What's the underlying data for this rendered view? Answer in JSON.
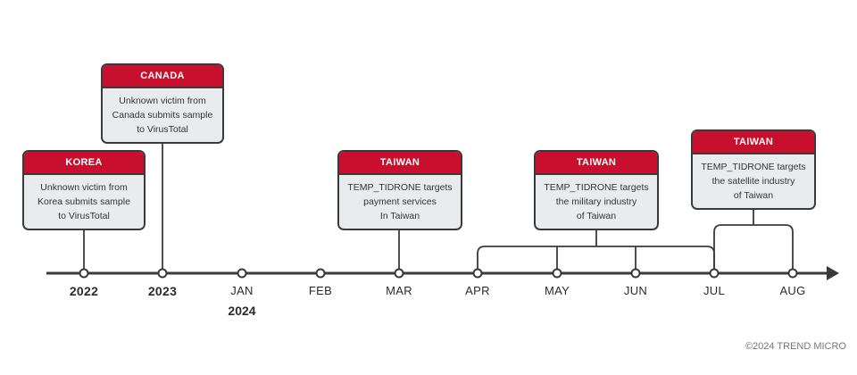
{
  "colors": {
    "accent_red": "#c8102e",
    "line": "#3a3a3a",
    "card_bg": "#e9ecef"
  },
  "timeline": {
    "ticks": [
      {
        "label": "2022",
        "sub": "",
        "bold": true
      },
      {
        "label": "2023",
        "sub": "",
        "bold": true
      },
      {
        "label": "JAN",
        "sub": "2024",
        "bold": false
      },
      {
        "label": "FEB",
        "sub": "",
        "bold": false
      },
      {
        "label": "MAR",
        "sub": "",
        "bold": false
      },
      {
        "label": "APR",
        "sub": "",
        "bold": false
      },
      {
        "label": "MAY",
        "sub": "",
        "bold": false
      },
      {
        "label": "JUN",
        "sub": "",
        "bold": false
      },
      {
        "label": "JUL",
        "sub": "",
        "bold": false
      },
      {
        "label": "AUG",
        "sub": "",
        "bold": false
      }
    ]
  },
  "events": [
    {
      "title": "KOREA",
      "text": "Unknown victim from\nKorea submits sample\nto VirusTotal"
    },
    {
      "title": "CANADA",
      "text": "Unknown victim from\nCanada submits sample\nto VirusTotal"
    },
    {
      "title": "TAIWAN",
      "text": "TEMP_TIDRONE targets\npayment services\nIn Taiwan"
    },
    {
      "title": "TAIWAN",
      "text": "TEMP_TIDRONE targets\nthe military industry\nof Taiwan"
    },
    {
      "title": "TAIWAN",
      "text": "TEMP_TIDRONE targets\nthe satellite industry\nof Taiwan"
    }
  ],
  "footer": {
    "copyright": "©2024 TREND MICRO"
  }
}
